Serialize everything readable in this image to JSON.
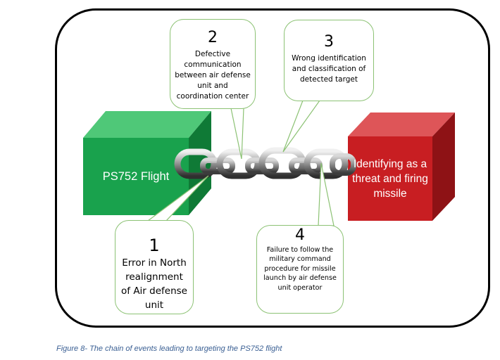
{
  "diagram": {
    "left_block": {
      "label": "PS752 Flight",
      "color": "#19a24d"
    },
    "right_block": {
      "label": "Identifying as a threat and firing missile",
      "color": "#c81e22"
    },
    "callouts": [
      {
        "number": "1",
        "text": "Error in North realignment of Air defense unit"
      },
      {
        "number": "2",
        "text": "Defective communication between air defense unit and coordination center"
      },
      {
        "number": "3",
        "text": "Wrong identification and classification of detected target"
      },
      {
        "number": "4",
        "text": "Failure to follow the military command procedure for missile launch by air defense unit operator"
      }
    ],
    "callout_border_color": "#8cc274",
    "frame_color": "#000000"
  },
  "caption": "Figure 8- The chain of events leading to targeting the PS752 flight"
}
